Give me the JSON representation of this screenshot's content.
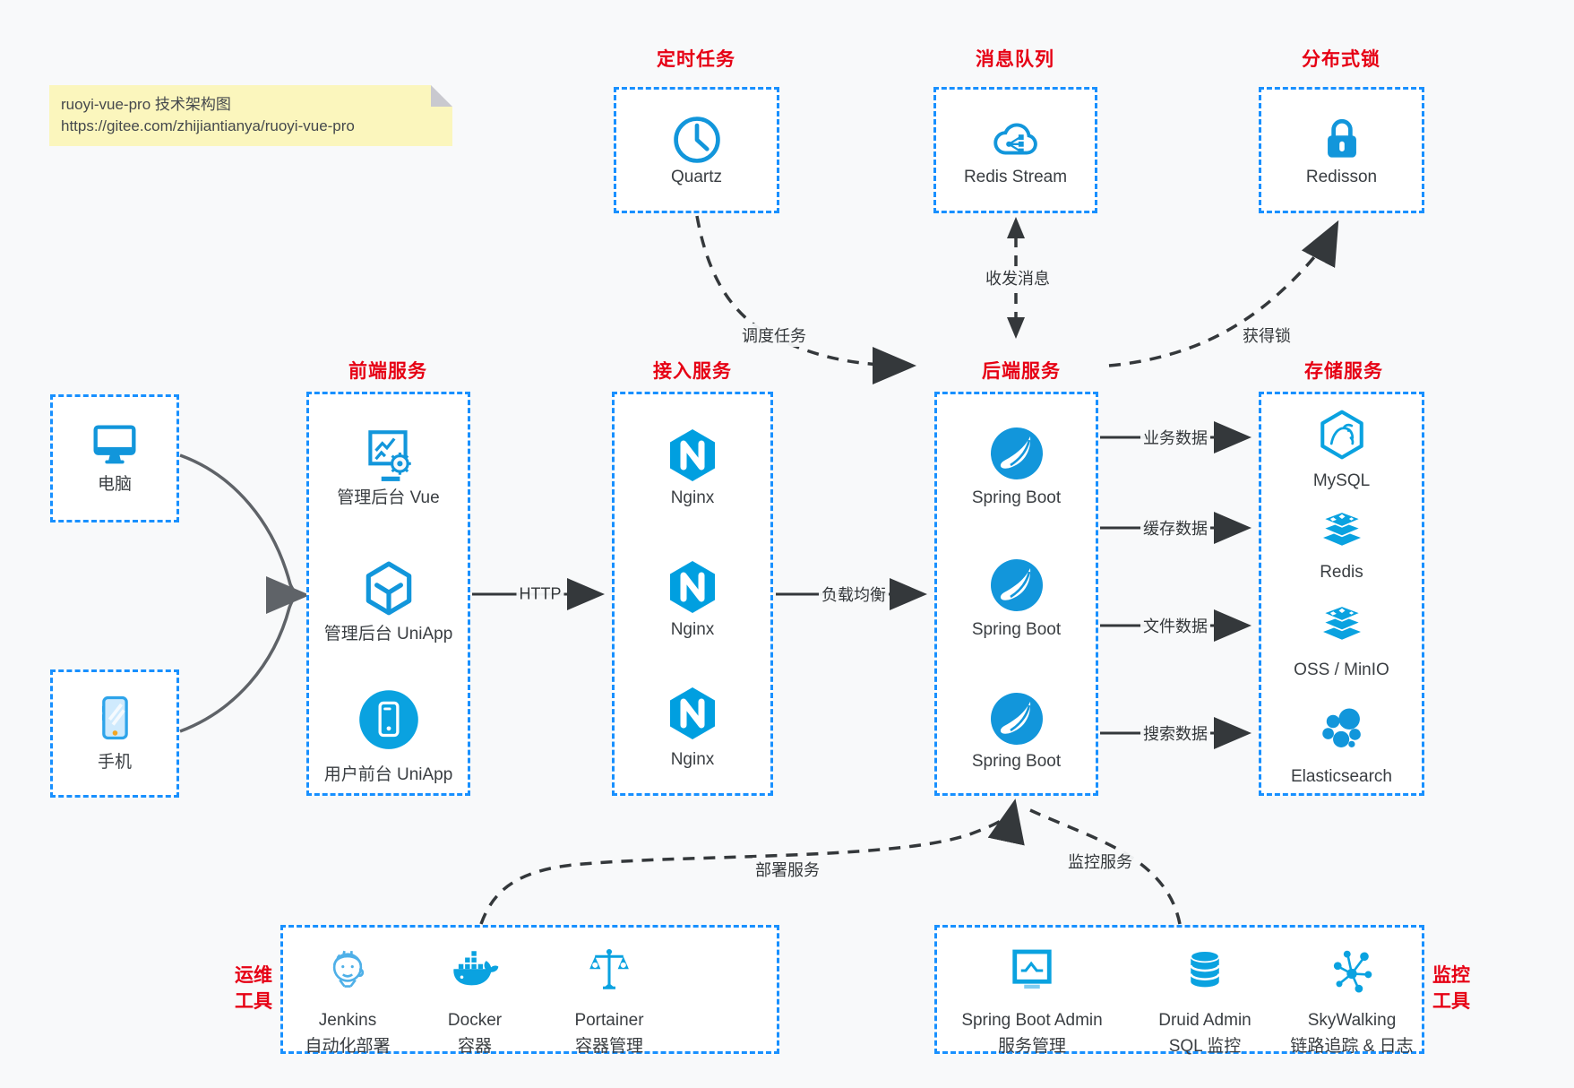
{
  "note": {
    "line1": "ruoyi-vue-pro 技术架构图",
    "line2": "https://gitee.com/zhijiantianya/ruoyi-vue-pro"
  },
  "colors": {
    "accent_blue": "#1890ff",
    "icon_blue": "#1296db",
    "icon_blue_fill": "#0aa2e0",
    "title_red": "#e60014",
    "note_yellow": "#fbf6bd",
    "background": "#f8f9fa"
  },
  "top_groups": [
    {
      "title": "定时任务",
      "item_label": "Quartz",
      "icon": "clock-icon"
    },
    {
      "title": "消息队列",
      "item_label": "Redis Stream",
      "icon": "cloud-share-icon"
    },
    {
      "title": "分布式锁",
      "item_label": "Redisson",
      "icon": "lock-icon"
    }
  ],
  "clients": [
    {
      "label": "电脑",
      "icon": "desktop-icon"
    },
    {
      "label": "手机",
      "icon": "phone-icon"
    }
  ],
  "columns": [
    {
      "title": "前端服务",
      "items": [
        {
          "label": "管理后台 Vue",
          "icon": "admin-screen-gear-icon"
        },
        {
          "label": "管理后台 UniApp",
          "icon": "cube-icon"
        },
        {
          "label": "用户前台 UniApp",
          "icon": "app-circle-phone-icon"
        }
      ]
    },
    {
      "title": "接入服务",
      "items": [
        {
          "label": "Nginx",
          "icon": "nginx-icon"
        },
        {
          "label": "Nginx",
          "icon": "nginx-icon"
        },
        {
          "label": "Nginx",
          "icon": "nginx-icon"
        }
      ]
    },
    {
      "title": "后端服务",
      "items": [
        {
          "label": "Spring Boot",
          "icon": "spring-icon"
        },
        {
          "label": "Spring Boot",
          "icon": "spring-icon"
        },
        {
          "label": "Spring Boot",
          "icon": "spring-icon"
        }
      ]
    },
    {
      "title": "存储服务",
      "items": [
        {
          "label": "MySQL",
          "icon": "mysql-icon"
        },
        {
          "label": "Redis",
          "icon": "redis-stack-icon"
        },
        {
          "label": "OSS / MinIO",
          "icon": "storage-stack-icon"
        },
        {
          "label": "Elasticsearch",
          "icon": "elasticsearch-icon"
        }
      ]
    }
  ],
  "bottom_groups": [
    {
      "title_line1": "运维",
      "title_line2": "工具",
      "items": [
        {
          "name": "Jenkins",
          "desc": "自动化部署",
          "icon": "jenkins-icon"
        },
        {
          "name": "Docker",
          "desc": "容器",
          "icon": "docker-icon"
        },
        {
          "name": "Portainer",
          "desc": "容器管理",
          "icon": "portainer-scales-icon"
        }
      ]
    },
    {
      "title_line1": "监控",
      "title_line2": "工具",
      "items": [
        {
          "name": "Spring Boot Admin",
          "desc": "服务管理",
          "icon": "monitor-chart-icon"
        },
        {
          "name": "Druid Admin",
          "desc": "SQL 监控",
          "icon": "database-icon"
        },
        {
          "name": "SkyWalking",
          "desc": "链路追踪 & 日志",
          "icon": "topology-icon"
        }
      ]
    }
  ],
  "edges": {
    "http": "HTTP",
    "load_balance": "负载均衡",
    "schedule": "调度任务",
    "messaging": "收发消息",
    "acquire_lock": "获得锁",
    "business_data": "业务数据",
    "cache_data": "缓存数据",
    "file_data": "文件数据",
    "search_data": "搜索数据",
    "deploy": "部署服务",
    "monitor": "监控服务"
  }
}
